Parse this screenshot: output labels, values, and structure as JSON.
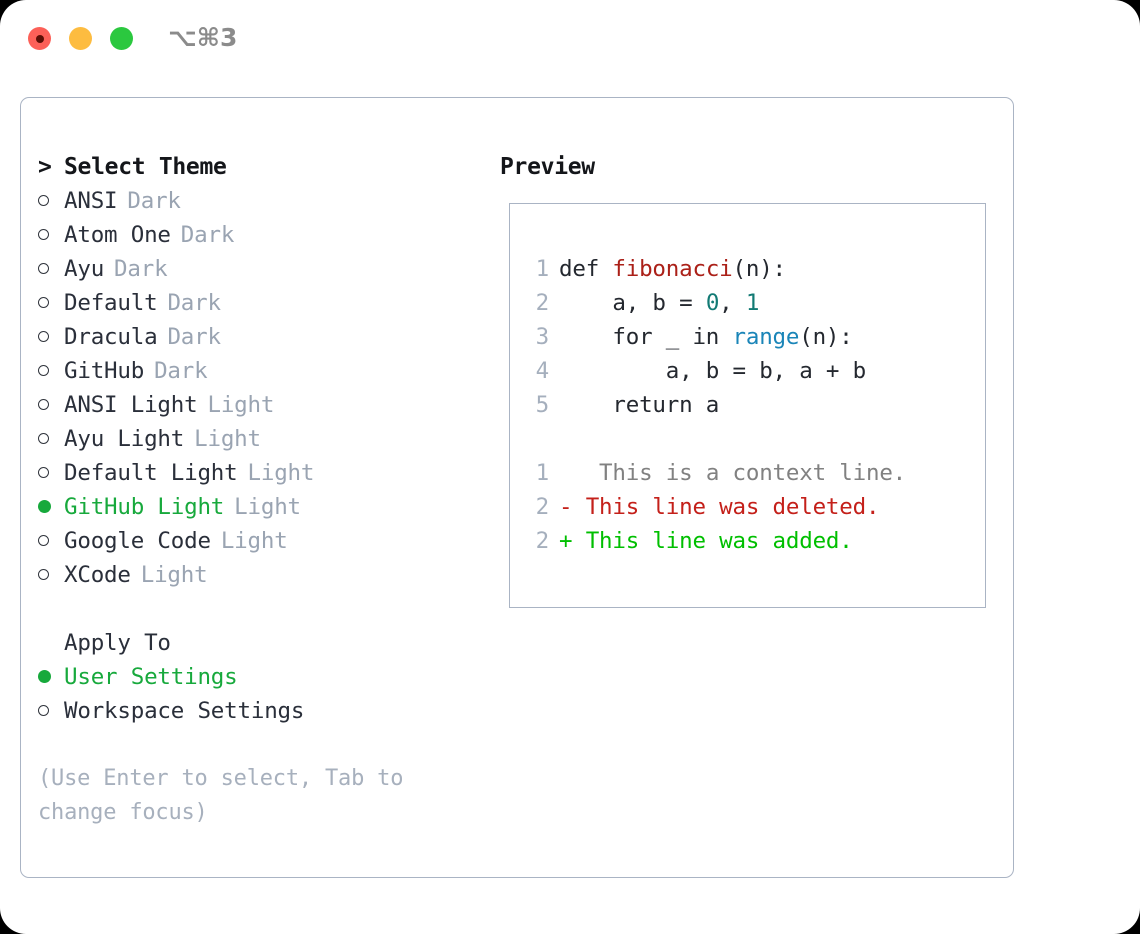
{
  "titlebar": {
    "shortcut": "⌥⌘3",
    "dots": [
      {
        "name": "close-button",
        "color": "#fc6058"
      },
      {
        "name": "minimize-button",
        "color": "#fdbc40"
      },
      {
        "name": "maximize-button",
        "color": "#2bc83f"
      }
    ]
  },
  "theme_selector": {
    "heading": "Select Theme",
    "caret": ">",
    "items": [
      {
        "label": "ANSI",
        "badge": "Dark",
        "selected": false
      },
      {
        "label": "Atom One",
        "badge": "Dark",
        "selected": false
      },
      {
        "label": "Ayu",
        "badge": "Dark",
        "selected": false
      },
      {
        "label": "Default",
        "badge": "Dark",
        "selected": false
      },
      {
        "label": "Dracula",
        "badge": "Dark",
        "selected": false
      },
      {
        "label": "GitHub",
        "badge": "Dark",
        "selected": false
      },
      {
        "label": "ANSI Light",
        "badge": "Light",
        "selected": false
      },
      {
        "label": "Ayu Light",
        "badge": "Light",
        "selected": false
      },
      {
        "label": "Default Light",
        "badge": "Light",
        "selected": false
      },
      {
        "label": "GitHub Light",
        "badge": "Light",
        "selected": true
      },
      {
        "label": "Google Code",
        "badge": "Light",
        "selected": false
      },
      {
        "label": "XCode",
        "badge": "Light",
        "selected": false
      }
    ]
  },
  "apply_to": {
    "heading": "Apply To",
    "items": [
      {
        "label": "User Settings",
        "selected": true
      },
      {
        "label": "Workspace Settings",
        "selected": false
      }
    ]
  },
  "hint": "(Use Enter to select, Tab to change focus)",
  "preview": {
    "heading": "Preview",
    "code_lines": [
      {
        "no": "1",
        "parts": [
          {
            "t": "def ",
            "c": "plain"
          },
          {
            "t": "fibonacci",
            "c": "fn"
          },
          {
            "t": "(n):",
            "c": "plain"
          }
        ]
      },
      {
        "no": "2",
        "parts": [
          {
            "t": "    a, b = ",
            "c": "plain"
          },
          {
            "t": "0",
            "c": "num"
          },
          {
            "t": ", ",
            "c": "plain"
          },
          {
            "t": "1",
            "c": "num"
          }
        ]
      },
      {
        "no": "3",
        "parts": [
          {
            "t": "    for _ in ",
            "c": "plain"
          },
          {
            "t": "range",
            "c": "call"
          },
          {
            "t": "(n):",
            "c": "plain"
          }
        ]
      },
      {
        "no": "4",
        "parts": [
          {
            "t": "        a, b = b, a + b",
            "c": "plain"
          }
        ]
      },
      {
        "no": "5",
        "parts": [
          {
            "t": "    return a",
            "c": "plain"
          }
        ]
      }
    ],
    "diff_lines": [
      {
        "no": "1",
        "marker": " ",
        "text": "  This is a context line.",
        "kind": "ctx"
      },
      {
        "no": "2",
        "marker": "-",
        "text": " This line was deleted.",
        "kind": "del"
      },
      {
        "no": "2",
        "marker": "+",
        "text": " This line was added.",
        "kind": "add"
      }
    ]
  },
  "colors": {
    "accent_green": "#17a93c",
    "diff_add": "#00bf00",
    "diff_del": "#c4201a",
    "token_function": "#ab2018",
    "token_number": "#127a74",
    "token_call": "#1a85b8",
    "muted": "#9aa4b2",
    "border": "#aab4c4"
  }
}
